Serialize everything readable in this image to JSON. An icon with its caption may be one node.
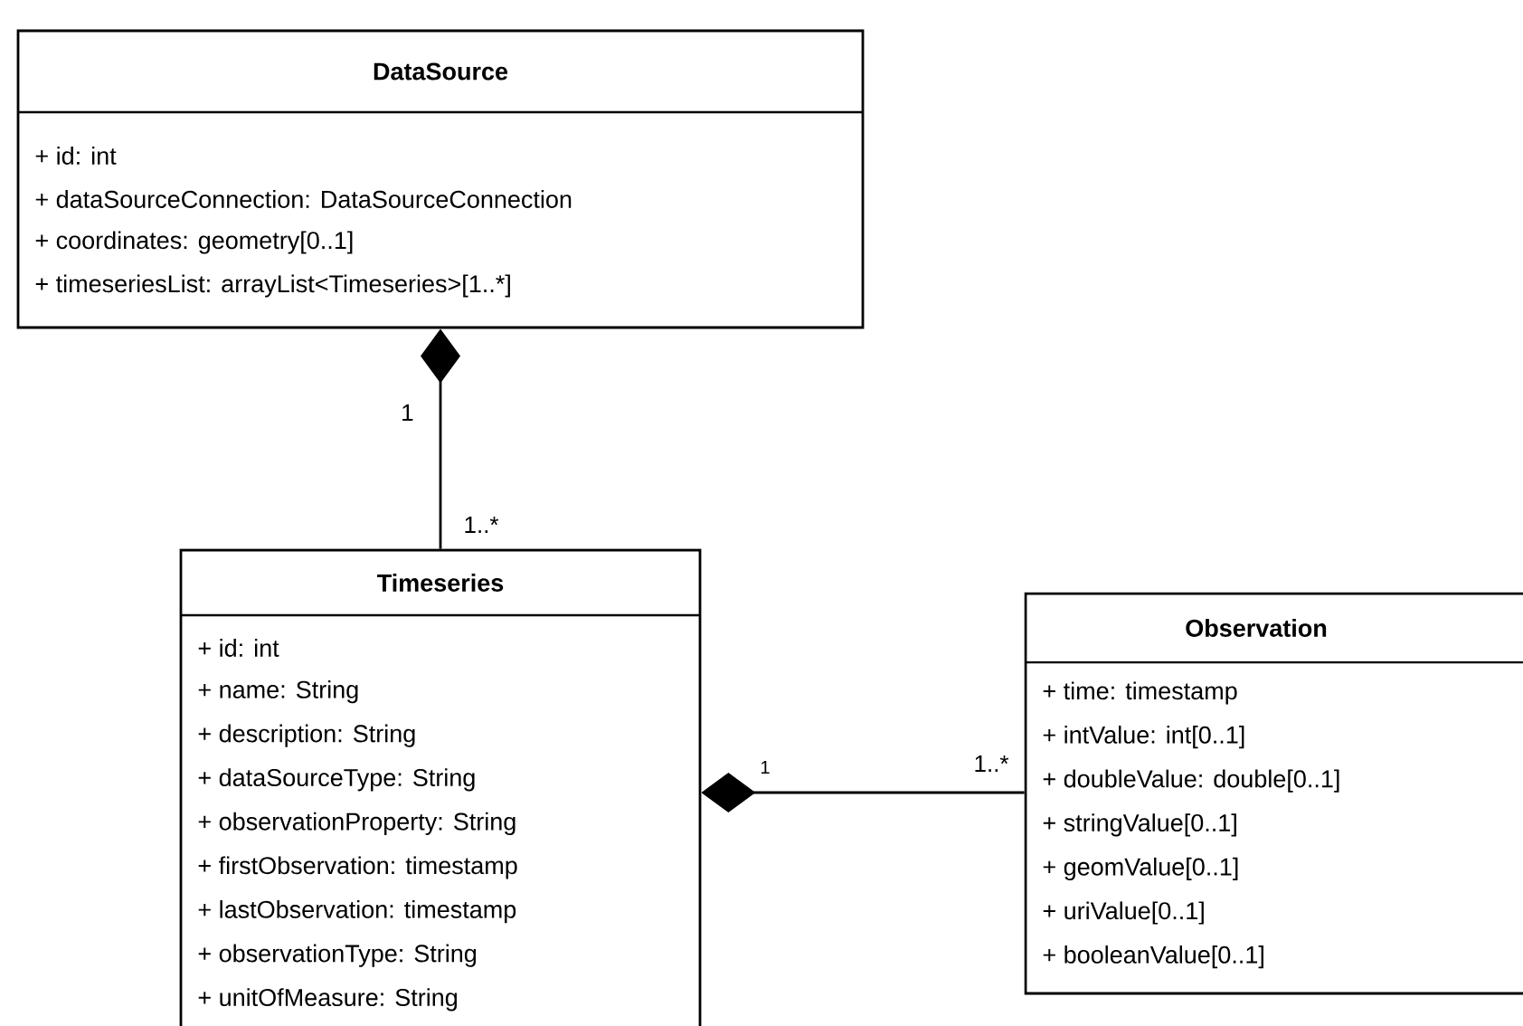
{
  "diagram": {
    "nodes": [
      {
        "text": [
          "DataSource",
          "+ id: int",
          "+ dataSourceConnection: DataSourceConnection",
          "+ coordinates: geometry[0..1]",
          "+ timeseriesList: arrayList<Timeseries>[1..*]"
        ]
      },
      {
        "text": [
          "Timeseries",
          "+ id: int",
          "+ name: String",
          "+ description: String",
          "+ dataSourceType: String",
          "+ observationProperty: String",
          "+ firstObservation: timestamp",
          "+ lastObservation: timestamp",
          "+ observationType: String",
          "+ unitOfMeasure: String"
        ]
      },
      {
        "text": [
          "Observation",
          "+ time: timestamp",
          "+ intValue: int[0..1]",
          "+ doubleValue: double[0..1]",
          "+ stringValue[0..1]",
          "+ geomValue[0..1]",
          "+ uriValue[0..1]",
          "+ booleanValue[0..1]"
        ]
      }
    ],
    "edges": [
      {
        "from": 0,
        "to": 1,
        "arrow": "other"
      },
      {
        "from": 1,
        "to": 2,
        "arrow": "other"
      }
    ],
    "labels": [
      "1",
      "1..*",
      "1",
      "1..*"
    ]
  }
}
